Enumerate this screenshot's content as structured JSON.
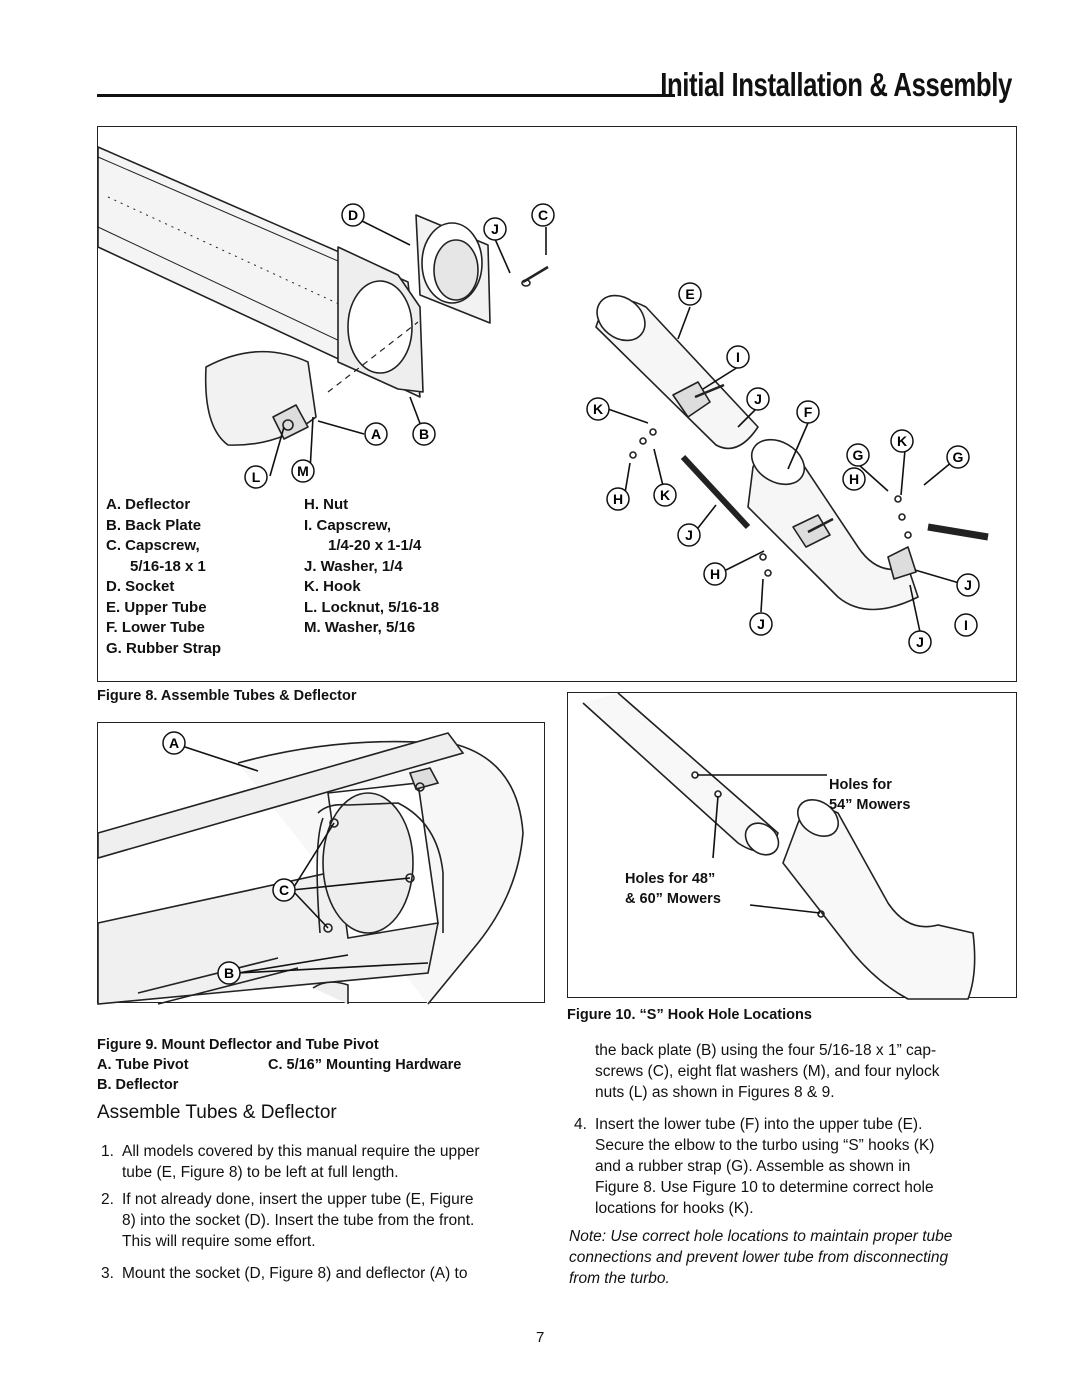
{
  "header": {
    "title": "Initial Installation & Assembly"
  },
  "figure8": {
    "caption": "Figure 8.  Assemble Tubes & Deflector",
    "callouts": [
      "D",
      "J",
      "C",
      "E",
      "I",
      "K",
      "J",
      "F",
      "A",
      "B",
      "L",
      "M",
      "H",
      "K",
      "J",
      "H",
      "J",
      "G",
      "K",
      "G",
      "H",
      "J",
      "J",
      "I"
    ],
    "legend_left": [
      "A.  Deflector",
      "B.  Back Plate",
      "C.  Capscrew,",
      "     5/16-18 x 1",
      "D.  Socket",
      "E.  Upper Tube",
      "F.  Lower Tube",
      "G.  Rubber Strap"
    ],
    "legend_right": [
      "H.  Nut",
      "I.   Capscrew,",
      "     1/4-20 x 1-1/4",
      "J.  Washer, 1/4",
      "K.  Hook",
      "L.  Locknut, 5/16-18",
      "M.  Washer, 5/16"
    ]
  },
  "figure9": {
    "callouts": [
      "A",
      "C",
      "B"
    ],
    "caption": "Figure 9.  Mount Deflector and Tube Pivot",
    "legend_a": "A.  Tube Pivot",
    "legend_c": "C. 5/16” Mounting Hardware",
    "legend_b": "B.  Deflector"
  },
  "figure10": {
    "label_54": [
      "Holes for",
      "54” Mowers"
    ],
    "label_48": [
      "Holes for 48”",
      "& 60” Mowers"
    ],
    "caption": "Figure 10.  “S” Hook Hole Locations"
  },
  "section": {
    "title": "Assemble Tubes & Deflector",
    "items": [
      {
        "num": "1.",
        "lines": [
          "All models covered by this manual require the upper",
          "tube (E, Figure 8) to be left at full length."
        ]
      },
      {
        "num": "2.",
        "lines": [
          "If not already done, insert the upper tube (E, Figure",
          "8) into the socket (D).  Insert the tube from the front.",
          "This will require some effort."
        ]
      },
      {
        "num": "3.",
        "lines": [
          "Mount the socket (D, Figure 8) and deflector (A) to"
        ]
      }
    ],
    "continuation": [
      "the back plate (B) using the four 5/16-18 x 1” cap-",
      "screws (C), eight flat washers (M), and four nylock",
      "nuts (L) as shown in Figures 8 & 9."
    ],
    "item4": {
      "num": "4.",
      "lines": [
        "Insert the lower tube (F) into the upper tube (E).",
        "Secure the elbow to the turbo using “S” hooks (K)",
        "and a rubber strap (G).  Assemble as shown in",
        "Figure 8.  Use Figure 10 to determine correct hole",
        "locations for hooks (K)."
      ]
    },
    "note": [
      "Note: Use correct hole locations to maintain proper tube",
      "connections and prevent lower tube from disconnecting",
      "from the turbo."
    ]
  },
  "page_number": "7"
}
